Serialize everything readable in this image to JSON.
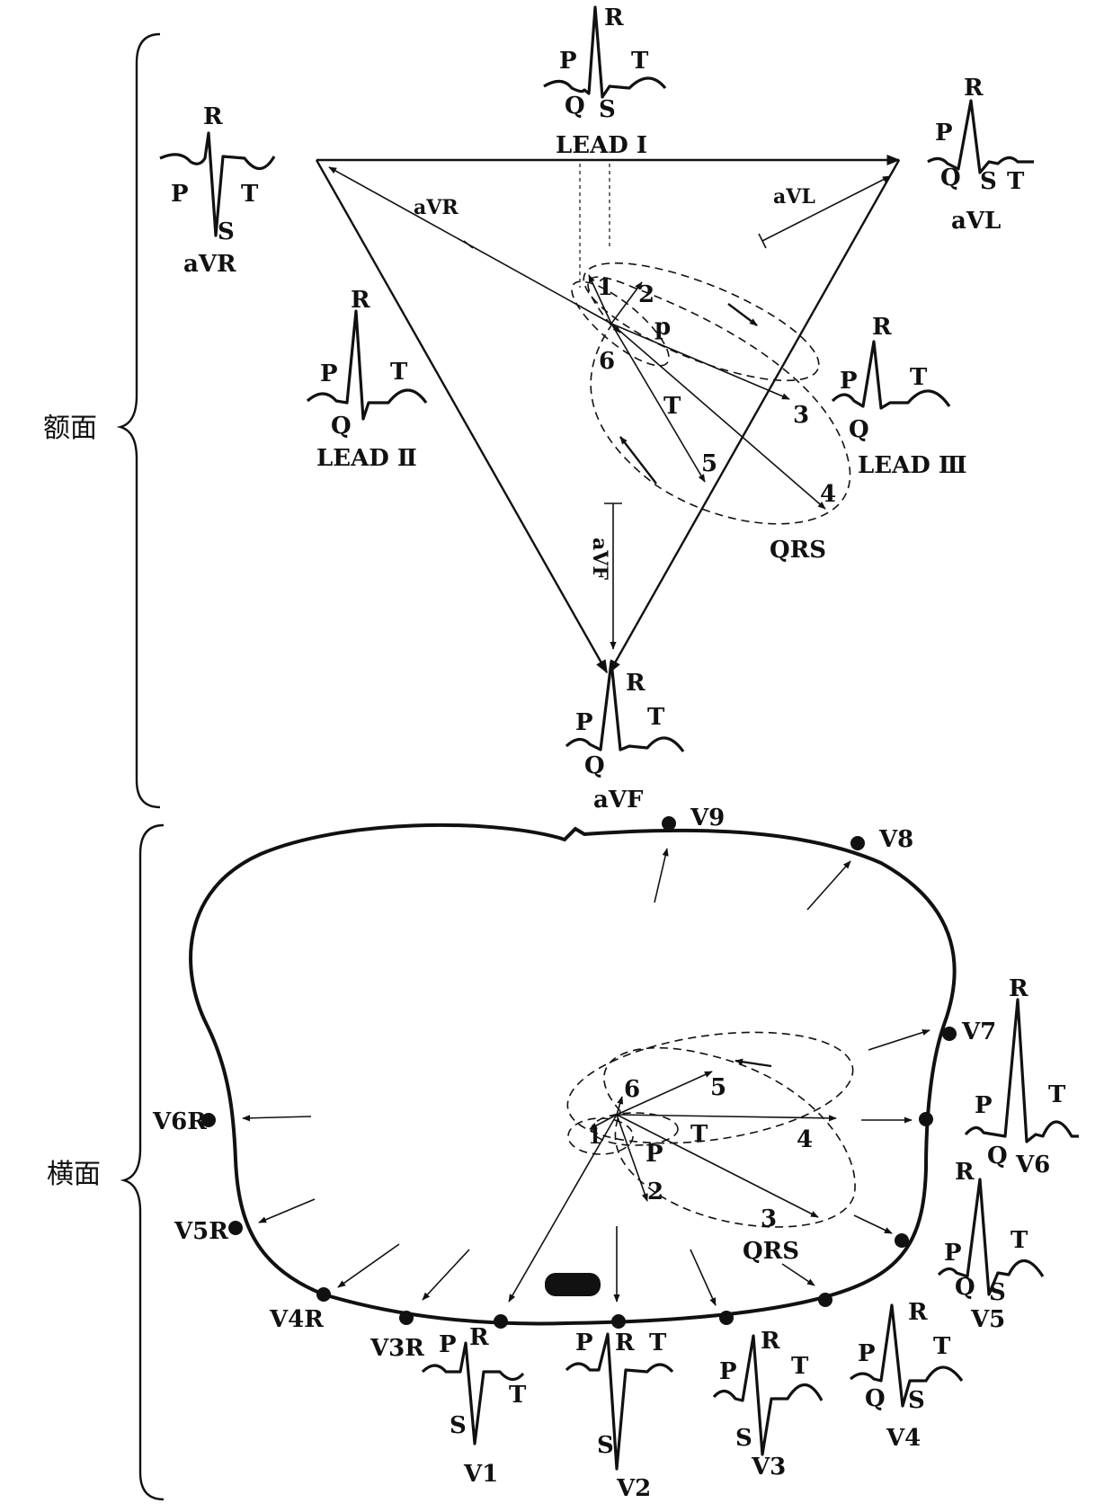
{
  "planes": {
    "frontal": "额面",
    "horizontal": "横面"
  },
  "frontal": {
    "leads": {
      "I": "LEAD Ⅰ",
      "II": "LEAD Ⅱ",
      "III": "LEAD Ⅲ",
      "aVR": "aVR",
      "aVL": "aVL",
      "aVF": "aVF"
    },
    "axis_labels": {
      "aVR": "aVR",
      "aVL": "aVL",
      "aVF": "aVF"
    },
    "loop_labels": {
      "p": "p",
      "t": "T",
      "qrs": "QRS"
    },
    "vector_numbers": [
      "1",
      "2",
      "3",
      "4",
      "5",
      "6"
    ]
  },
  "horizontal": {
    "electrodes": [
      "V9",
      "V8",
      "V7",
      "V6",
      "V5",
      "V4",
      "V3",
      "V2",
      "V1",
      "V3R",
      "V4R",
      "V5R",
      "V6R"
    ],
    "loop_labels": {
      "p": "P",
      "t": "T",
      "qrs": "QRS"
    },
    "vector_numbers": [
      "1",
      "2",
      "3",
      "4",
      "5",
      "6"
    ]
  },
  "waves": {
    "p": "P",
    "q": "Q",
    "r": "R",
    "s": "S",
    "t": "T"
  }
}
